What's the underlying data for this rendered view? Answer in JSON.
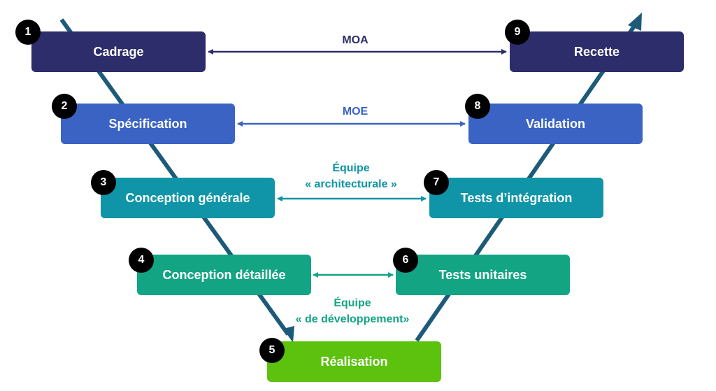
{
  "colors": {
    "v_line": "#1d5a7a",
    "level1": "#2e2d6b",
    "level2": "#3b63c4",
    "level3": "#0f95a7",
    "level4": "#13a483",
    "level5": "#5cc20e"
  },
  "steps": [
    {
      "number": "1",
      "label": "Cadrage"
    },
    {
      "number": "2",
      "label": "Spécification"
    },
    {
      "number": "3",
      "label": "Conception générale"
    },
    {
      "number": "4",
      "label": "Conception détaillée"
    },
    {
      "number": "5",
      "label": "Réalisation"
    },
    {
      "number": "6",
      "label": "Tests unitaires"
    },
    {
      "number": "7",
      "label": "Tests d’intégration"
    },
    {
      "number": "8",
      "label": "Validation"
    },
    {
      "number": "9",
      "label": "Recette"
    }
  ],
  "connectors": {
    "moa": "MOA",
    "moe": "MOE",
    "architecture": {
      "line1": "Équipe",
      "line2": "« architecturale »"
    },
    "development": {
      "line1": "Équipe",
      "line2": "« de développement»"
    }
  }
}
